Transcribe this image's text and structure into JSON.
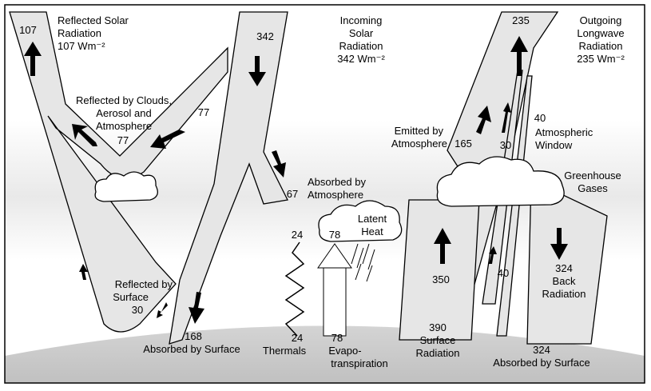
{
  "labels": {
    "reflected_solar": [
      "Reflected Solar",
      "Radiation",
      "107 Wm⁻²"
    ],
    "incoming_solar": [
      "Incoming",
      "Solar",
      "Radiation",
      "342 Wm⁻²"
    ],
    "outgoing_longwave": [
      "Outgoing",
      "Longwave",
      "Radiation",
      "235 Wm⁻²"
    ],
    "reflected_by_clouds": [
      "Reflected by Clouds,",
      "Aerosol and",
      "Atmosphere"
    ],
    "absorbed_by_atmosphere": [
      "Absorbed by",
      "Atmosphere"
    ],
    "emitted_by_atmosphere": [
      "Emitted by",
      "Atmosphere"
    ],
    "atmospheric_window": [
      "Atmospheric",
      "Window"
    ],
    "greenhouse_gases": [
      "Greenhouse",
      "Gases"
    ],
    "latent_heat": [
      "Latent",
      "Heat"
    ],
    "reflected_by_surface": [
      "Reflected by",
      "Surface"
    ],
    "back_radiation": [
      "Back",
      "Radiation"
    ],
    "absorbed_by_surface_left": "Absorbed by Surface",
    "thermals": "Thermals",
    "evapotranspiration": [
      "Evapo-",
      "transpiration"
    ],
    "surface_radiation": [
      "Surface",
      "Radiation"
    ],
    "absorbed_by_surface_right": "Absorbed by Surface"
  },
  "values": {
    "reflected_total": "107",
    "incoming": "342",
    "outgoing": "235",
    "reflected_clouds_a": "77",
    "reflected_clouds_b": "77",
    "absorbed_atmosphere": "67",
    "emitted_atmosphere": "165",
    "window_30": "30",
    "window_40_top": "40",
    "reflected_surface": "30",
    "thermals_top": "24",
    "latent_top": "78",
    "surface_350": "350",
    "window_40_low": "40",
    "back_324": "324",
    "absorbed_surface_168": "168",
    "thermals_bottom": "24",
    "evapo_bottom": "78",
    "surface_390": "390",
    "absorbed_surface_324": "324"
  }
}
